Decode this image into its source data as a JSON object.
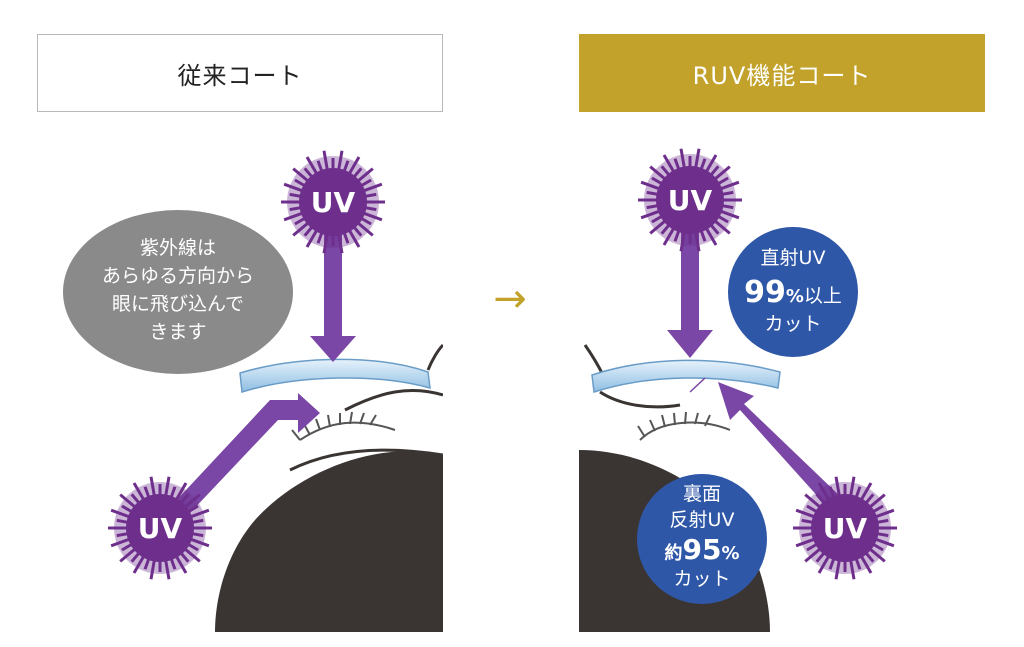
{
  "left": {
    "title": "従来コート",
    "uv_top": "UV",
    "uv_bottom": "UV",
    "bubble_lines": [
      "紫外線は",
      "あらゆる方向から",
      "眼に飛び込んで",
      "きます"
    ]
  },
  "arrow": "→",
  "right": {
    "title": "RUV機能コート",
    "uv_top": "UV",
    "uv_bottom": "UV",
    "direct": {
      "line1": "直射UV",
      "big": "99",
      "pct": "%",
      "suffix": "以上",
      "line3": "カット"
    },
    "back": {
      "line1": "裏面",
      "line2": "反射UV",
      "prefix": "約",
      "big": "95",
      "pct": "%",
      "line4": "カット"
    }
  },
  "colors": {
    "gold": "#c2a22a",
    "purple": "#7a47a6",
    "burst": "#6e2f8c",
    "gray_bubble": "#8a8a8a",
    "blue_badge": "#2f57a8",
    "dark": "#3a3533",
    "lens": "#a9cce9"
  }
}
